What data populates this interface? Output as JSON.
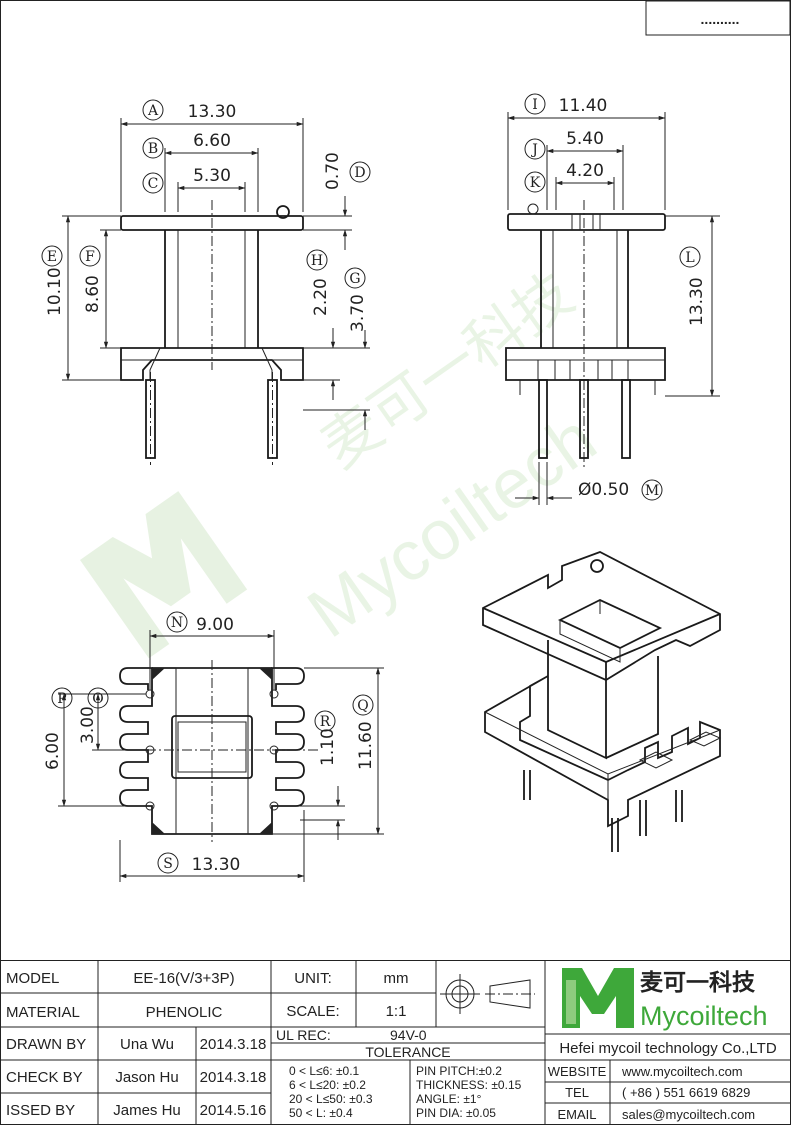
{
  "corner_box": "..........",
  "dimensions": {
    "A": {
      "letter": "A",
      "value": "13.30"
    },
    "B": {
      "letter": "B",
      "value": "6.60"
    },
    "C": {
      "letter": "C",
      "value": "5.30"
    },
    "D": {
      "letter": "D",
      "value": "0.70"
    },
    "E": {
      "letter": "E",
      "value": "10.10"
    },
    "F": {
      "letter": "F",
      "value": "8.60"
    },
    "G": {
      "letter": "G",
      "value": "3.70"
    },
    "H": {
      "letter": "H",
      "value": "2.20"
    },
    "I": {
      "letter": "I",
      "value": "11.40"
    },
    "J": {
      "letter": "J",
      "value": "5.40"
    },
    "K": {
      "letter": "K",
      "value": "4.20"
    },
    "L": {
      "letter": "L",
      "value": "13.30"
    },
    "M": {
      "letter": "M",
      "value": "Ø0.50"
    },
    "N": {
      "letter": "N",
      "value": "9.00"
    },
    "O": {
      "letter": "O",
      "value": "3.00"
    },
    "P": {
      "letter": "P",
      "value": "6.00"
    },
    "Q": {
      "letter": "Q",
      "value": "11.60"
    },
    "R": {
      "letter": "R",
      "value": "1.10"
    },
    "S": {
      "letter": "S",
      "value": "13.30"
    }
  },
  "watermark": {
    "chinese": "麦可一科技",
    "latin": "Mycoiltech"
  },
  "title_block": {
    "model_label": "MODEL",
    "model_value": "EE-16(V/3+3P)",
    "material_label": "MATERIAL",
    "material_value": "PHENOLIC",
    "drawn_label": "DRAWN BY",
    "drawn_name": "Una Wu",
    "drawn_date": "2014.3.18",
    "check_label": "CHECK BY",
    "check_name": "Jason Hu",
    "check_date": "2014.3.18",
    "issued_label": "ISSED BY",
    "issued_name": "James Hu",
    "issued_date": "2014.5.16",
    "unit_label": "UNIT:",
    "unit_value": "mm",
    "scale_label": "SCALE:",
    "scale_value": "1:1",
    "ulrec_label": "UL REC:",
    "ulrec_value": "94V-0",
    "tolerance_label": "TOLERANCE",
    "tol_lines": [
      "0 < L≤6: ±0.1",
      "6 < L≤20: ±0.2",
      "20 < L≤50: ±0.3",
      "50 < L: ±0.4"
    ],
    "tol_right": [
      "PIN PITCH:±0.2",
      "THICKNESS: ±0.15",
      "ANGLE: ±1°",
      "PIN DIA: ±0.05"
    ],
    "logo_chinese": "麦可一科技",
    "logo_latin": "Mycoiltech",
    "company": "Hefei mycoil technology Co.,LTD",
    "website_label": "WEBSITE",
    "website_value": "www.mycoiltech.com",
    "tel_label": "TEL",
    "tel_value": "( +86 ) 551 6619 6829",
    "email_label": "EMAIL",
    "email_value": "sales@mycoiltech.com",
    "brand_green": "#3ea83a"
  }
}
